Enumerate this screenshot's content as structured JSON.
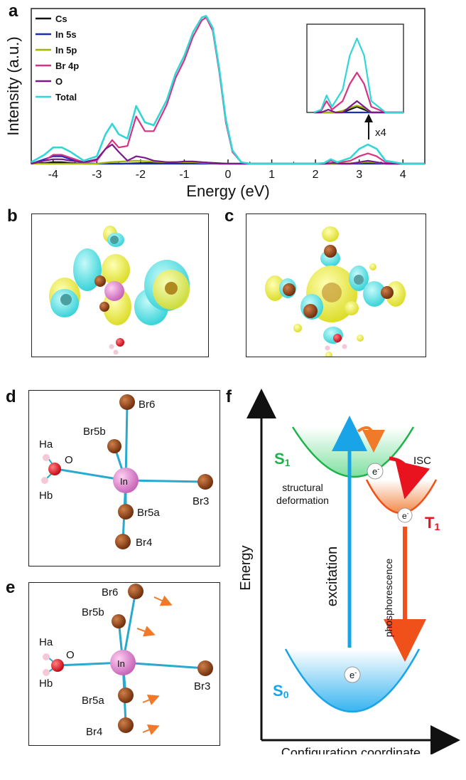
{
  "panels": {
    "a": "a",
    "b": "b",
    "c": "c",
    "d": "d",
    "e": "e",
    "f": "f"
  },
  "chart_data": {
    "type": "line",
    "xlabel": "Energy (eV)",
    "ylabel": "Intensity (a.u.)",
    "xlim": [
      -4.5,
      4.5
    ],
    "ylim": [
      0,
      1.05
    ],
    "xticks": [
      "-4",
      "-3",
      "-2",
      "-1",
      "0",
      "1",
      "2",
      "3",
      "4"
    ],
    "legend_position": "top-left",
    "inset_label": "x4",
    "series": [
      {
        "name": "Cs",
        "color": "#111111",
        "x": [
          -4.5,
          -4.2,
          -4.0,
          -3.8,
          -3.6,
          -3.3,
          -3.0,
          -2.7,
          -2.4,
          -2.1,
          -1.8,
          -1.5,
          -1.2,
          -1.0,
          -0.8,
          -0.5,
          -0.2,
          0,
          0.5,
          1,
          1.5,
          2,
          2.2,
          2.4,
          2.6,
          2.8,
          3.0,
          3.2,
          3.4,
          3.6,
          4,
          4.5
        ],
        "y": [
          0,
          0.005,
          0.01,
          0.01,
          0.005,
          0,
          0,
          0,
          0,
          0.003,
          0.005,
          0.008,
          0.01,
          0.012,
          0.01,
          0.008,
          0.003,
          0,
          0,
          0,
          0,
          0,
          0,
          0,
          0,
          0,
          0.005,
          0.01,
          0.005,
          0,
          0,
          0
        ]
      },
      {
        "name": "In 5s",
        "color": "#1a2fb5",
        "x": [
          -4.5,
          -4.2,
          -4.0,
          -3.8,
          -3.6,
          -3.3,
          -3.0,
          -2.7,
          -2.4,
          -2.1,
          -1.8,
          -1.5,
          -1.2,
          -1.0,
          -0.8,
          -0.5,
          -0.2,
          0,
          0.5,
          1,
          1.5,
          2,
          2.2,
          2.4,
          2.6,
          2.8,
          3.0,
          3.2,
          3.4,
          3.6,
          4,
          4.5
        ],
        "y": [
          0,
          0.03,
          0.05,
          0.05,
          0.03,
          0.005,
          0,
          0,
          0,
          0,
          0,
          0,
          0,
          0,
          0,
          0,
          0,
          0,
          0,
          0,
          0,
          0,
          0,
          0,
          0,
          0,
          0,
          0,
          0,
          0,
          0,
          0
        ]
      },
      {
        "name": "In 5p",
        "color": "#a3b300",
        "x": [
          -4.5,
          -4.2,
          -4.0,
          -3.8,
          -3.6,
          -3.3,
          -3.0,
          -2.7,
          -2.4,
          -2.1,
          -1.8,
          -1.5,
          -1.2,
          -1.0,
          -0.8,
          -0.5,
          -0.2,
          0,
          0.5,
          1,
          1.5,
          2,
          2.2,
          2.4,
          2.6,
          2.8,
          3.0,
          3.2,
          3.4,
          3.6,
          4,
          4.5
        ],
        "y": [
          0,
          0,
          0,
          0,
          0,
          0,
          0,
          0.01,
          0.015,
          0.02,
          0.015,
          0.01,
          0.01,
          0.01,
          0.01,
          0.005,
          0,
          0,
          0,
          0,
          0,
          0,
          0,
          0,
          0,
          0.003,
          0.008,
          0.012,
          0.008,
          0,
          0,
          0
        ]
      },
      {
        "name": "Br 4p",
        "color": "#d63384",
        "x": [
          -4.5,
          -4.2,
          -4.0,
          -3.8,
          -3.6,
          -3.3,
          -3.0,
          -2.8,
          -2.65,
          -2.5,
          -2.3,
          -2.1,
          -1.9,
          -1.7,
          -1.4,
          -1.2,
          -1.0,
          -0.8,
          -0.6,
          -0.5,
          -0.35,
          -0.2,
          -0.05,
          0.1,
          0.3,
          0.5,
          1,
          1.5,
          2,
          2.2,
          2.35,
          2.5,
          2.8,
          3.0,
          3.2,
          3.4,
          3.6,
          4,
          4.5
        ],
        "y": [
          0,
          0.02,
          0.06,
          0.06,
          0.04,
          0.01,
          0.02,
          0.1,
          0.16,
          0.11,
          0.12,
          0.32,
          0.22,
          0.22,
          0.4,
          0.58,
          0.7,
          0.86,
          0.97,
          0.99,
          0.9,
          0.62,
          0.28,
          0.08,
          0.01,
          0,
          0,
          0,
          0,
          0.003,
          0.02,
          0.005,
          0.02,
          0.05,
          0.07,
          0.05,
          0.01,
          0,
          0
        ]
      },
      {
        "name": "O",
        "color": "#7a1a8c",
        "x": [
          -4.5,
          -4.2,
          -4.0,
          -3.8,
          -3.6,
          -3.3,
          -3.0,
          -2.8,
          -2.65,
          -2.5,
          -2.3,
          -2.1,
          -1.9,
          -1.7,
          -1.4,
          -1.2,
          -1.0,
          -0.8,
          -0.6,
          -0.4,
          -0.2,
          0,
          0.5,
          1,
          1.5,
          2,
          2.2,
          2.4,
          2.6,
          2.8,
          3.0,
          3.2,
          3.4,
          3.6,
          4,
          4.5
        ],
        "y": [
          0,
          0.02,
          0.03,
          0.03,
          0.02,
          0.01,
          0.03,
          0.1,
          0.13,
          0.08,
          0.02,
          0.05,
          0.04,
          0.02,
          0.01,
          0.01,
          0.015,
          0.015,
          0.01,
          0.005,
          0,
          0,
          0,
          0,
          0,
          0,
          0,
          0.005,
          0,
          0,
          0.01,
          0.02,
          0.01,
          0,
          0,
          0
        ]
      },
      {
        "name": "Total",
        "color": "#33d6d6",
        "x": [
          -4.5,
          -4.2,
          -4.0,
          -3.8,
          -3.6,
          -3.3,
          -3.0,
          -2.8,
          -2.65,
          -2.5,
          -2.3,
          -2.1,
          -1.9,
          -1.7,
          -1.4,
          -1.2,
          -1.0,
          -0.8,
          -0.6,
          -0.5,
          -0.35,
          -0.2,
          -0.05,
          0.1,
          0.3,
          0.5,
          1,
          1.5,
          2,
          2.2,
          2.35,
          2.5,
          2.8,
          3.0,
          3.2,
          3.4,
          3.6,
          4,
          4.5
        ],
        "y": [
          0.01,
          0.06,
          0.11,
          0.11,
          0.08,
          0.02,
          0.05,
          0.2,
          0.27,
          0.2,
          0.17,
          0.39,
          0.28,
          0.26,
          0.43,
          0.61,
          0.73,
          0.89,
          0.99,
          1.0,
          0.92,
          0.64,
          0.3,
          0.09,
          0.01,
          0,
          0,
          0,
          0,
          0.005,
          0.03,
          0.01,
          0.04,
          0.1,
          0.13,
          0.1,
          0.02,
          0,
          0
        ]
      }
    ]
  },
  "panel_d": {
    "Br6": "Br6",
    "Br5b": "Br5b",
    "Ha": "Ha",
    "O": "O",
    "In": "In",
    "Br3": "Br3",
    "Hb": "Hb",
    "Br5a": "Br5a",
    "Br4": "Br4"
  },
  "panel_f": {
    "y_axis": "Energy",
    "x_axis": "Configuration coordinate",
    "S1": "S",
    "S1_sub": "1",
    "T1": "T",
    "T1_sub": "1",
    "S0": "S",
    "S0_sub": "0",
    "ISC": "ISC",
    "structural": "structural",
    "deformation": "deformation",
    "excitation": "excitation",
    "phosphorescence": "phosphorescence",
    "electron": "e",
    "electron_sup": "-"
  },
  "colors": {
    "cyan": "#33d6d6",
    "yellow": "#ecec3c",
    "brown": "#8b3d12",
    "pink": "#e88ad4",
    "red": "#e8131f",
    "bond": "#29a9cf",
    "green": "#20b24a",
    "orange": "#f07a2a",
    "blue": "#1aa4e8"
  }
}
